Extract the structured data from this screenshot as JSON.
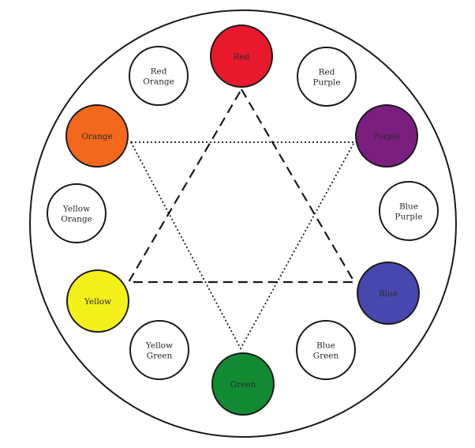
{
  "colors": [
    {
      "id": "red",
      "label": [
        "Red"
      ],
      "fill": "#e8192c",
      "text_color": "#2a0508"
    },
    {
      "id": "red-purple",
      "label": [
        "Red",
        "Purple"
      ],
      "fill": "#ffffff",
      "text_color": "#2a2a2a"
    },
    {
      "id": "purple",
      "label": [
        "Purple"
      ],
      "fill": "#7a1f7d",
      "text_color": "#1c0620"
    },
    {
      "id": "blue-purple",
      "label": [
        "Blue",
        "Purple"
      ],
      "fill": "#ffffff",
      "text_color": "#2a2a2a"
    },
    {
      "id": "blue",
      "label": [
        "Blue"
      ],
      "fill": "#4747ad",
      "text_color": "#0d0d30"
    },
    {
      "id": "blue-green",
      "label": [
        "Blue",
        "Green"
      ],
      "fill": "#ffffff",
      "text_color": "#2a2a2a"
    },
    {
      "id": "green",
      "label": [
        "Green"
      ],
      "fill": "#128a34",
      "text_color": "#05250e"
    },
    {
      "id": "yellow-green",
      "label": [
        "Yellow",
        "Green"
      ],
      "fill": "#ffffff",
      "text_color": "#2a2a2a"
    },
    {
      "id": "yellow",
      "label": [
        "Yellow"
      ],
      "fill": "#f4f01c",
      "text_color": "#3a3a10"
    },
    {
      "id": "yellow-orange",
      "label": [
        "Yellow",
        "Orange"
      ],
      "fill": "#ffffff",
      "text_color": "#2a2a2a"
    },
    {
      "id": "orange",
      "label": [
        "Orange"
      ],
      "fill": "#f4681c",
      "text_color": "#3a1605"
    },
    {
      "id": "red-orange",
      "label": [
        "Red",
        "Orange"
      ],
      "fill": "#ffffff",
      "text_color": "#2a2a2a"
    }
  ],
  "triangles": [
    {
      "id": "dashed-triangle",
      "style": "dashed",
      "vertices": [
        "red",
        "blue",
        "yellow"
      ]
    },
    {
      "id": "dotted-triangle",
      "style": "dotted",
      "vertices": [
        "orange",
        "purple",
        "green"
      ]
    }
  ],
  "outline_color": "#1a1a1a"
}
